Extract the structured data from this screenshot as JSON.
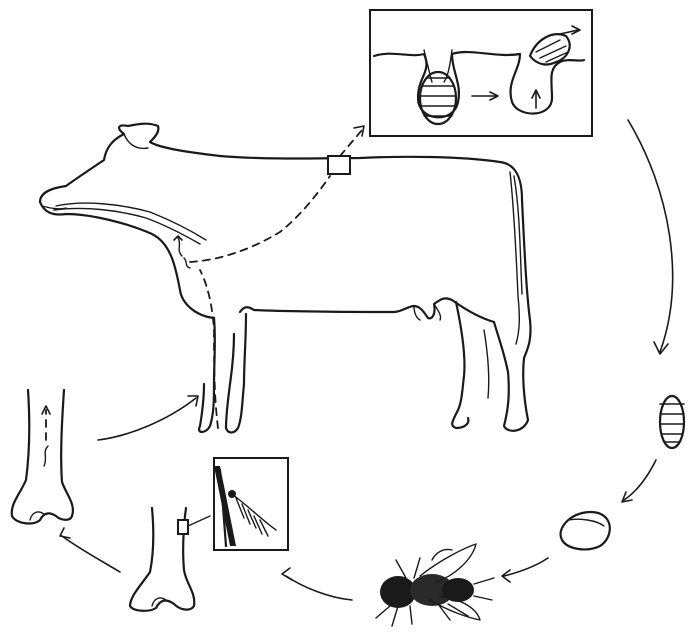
{
  "figure": {
    "subject": "life-cycle",
    "stages": [
      "cow-host",
      "skin-lesion",
      "larva",
      "pupa",
      "adult-fly",
      "egg-on-hair",
      "hatching-on-leg"
    ],
    "colors": {
      "ink": "#1a1a1a",
      "paper": "#ffffff"
    }
  }
}
